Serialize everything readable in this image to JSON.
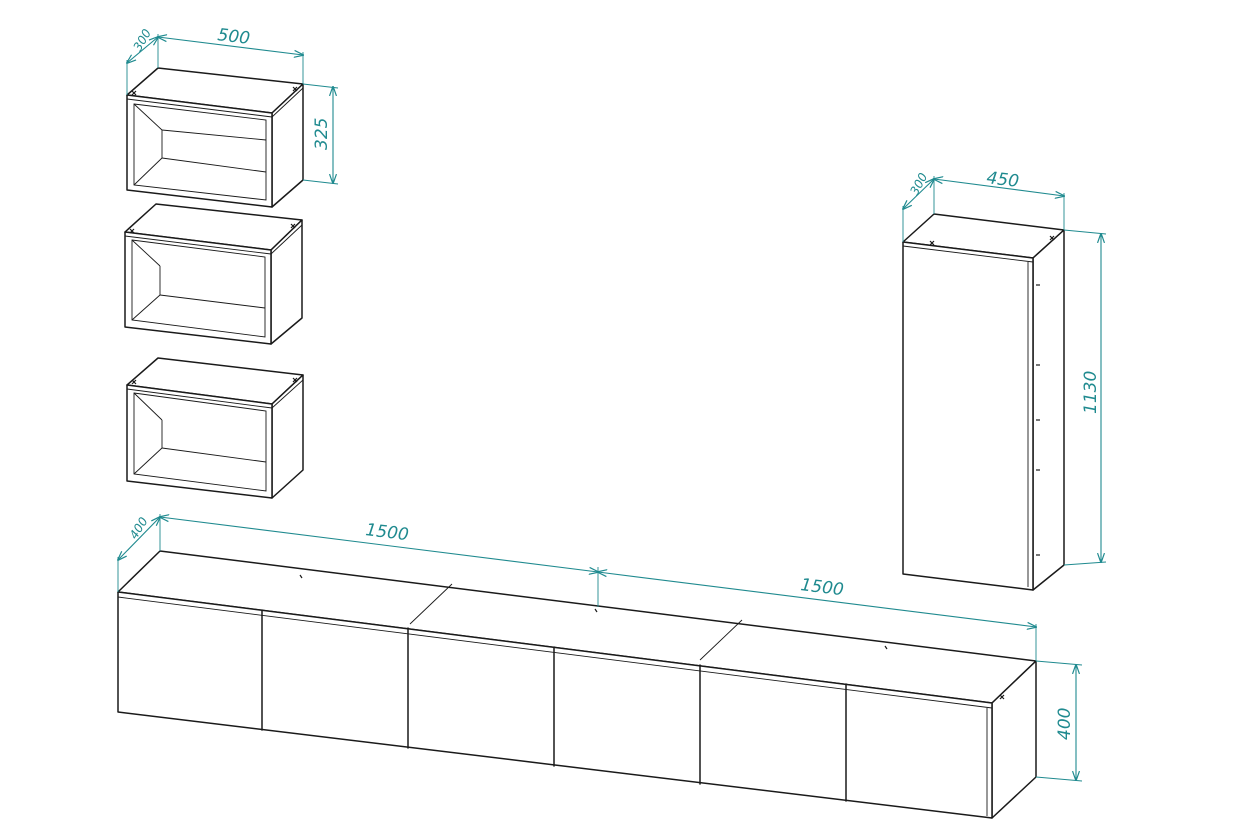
{
  "dimensions": {
    "shelf_width": "500",
    "shelf_depth": "300",
    "shelf_height": "325",
    "column_width": "450",
    "column_depth": "300",
    "column_height": "1130",
    "base_width_left": "1500",
    "base_width_right": "1500",
    "base_depth": "400",
    "base_height": "400"
  },
  "colors": {
    "line": "#1a1a1a",
    "dimension": "#1f8a8f",
    "background": "#ffffff"
  }
}
